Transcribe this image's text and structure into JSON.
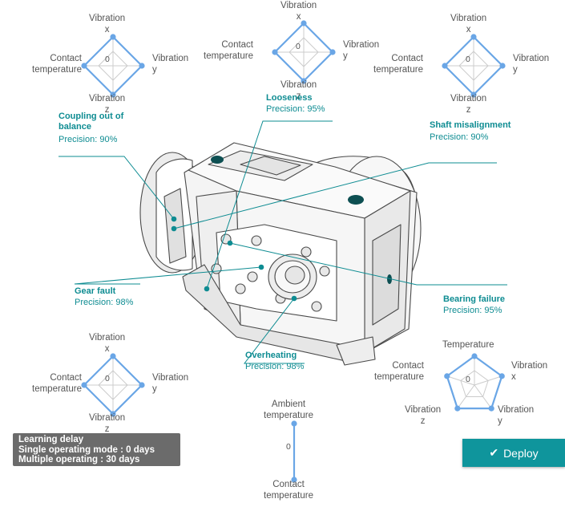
{
  "radars": {
    "top_left": {
      "labels": [
        "Vibration\nx",
        "Vibration\ny",
        "Vibration\nz",
        "Contact\ntemperature"
      ],
      "zero": "0",
      "values": [
        1,
        1,
        1,
        1
      ]
    },
    "top_center": {
      "labels": [
        "Vibration\nx",
        "Vibration\ny",
        "Vibration\nz",
        "Contact\ntemperature"
      ],
      "zero": "0",
      "values": [
        1,
        1,
        1,
        1
      ]
    },
    "top_right": {
      "labels": [
        "Vibration\nx",
        "Vibration\ny",
        "Vibration\nz",
        "Contact\ntemperature"
      ],
      "zero": "0",
      "values": [
        1,
        1,
        1,
        1
      ]
    },
    "bottom_left": {
      "labels": [
        "Vibration\nx",
        "Vibration\ny",
        "Vibration\nz",
        "Contact\ntemperature"
      ],
      "zero": "0",
      "values": [
        1,
        1,
        1,
        1
      ]
    },
    "bottom_right": {
      "labels": [
        "Temperature",
        "Vibration\nx",
        "Vibration\ny",
        "Vibration\nz",
        "Contact\ntemperature"
      ],
      "zero": "0",
      "values": [
        1,
        1,
        1,
        1,
        1
      ]
    },
    "bottom_center": {
      "labels": [
        "Ambient\ntemperature",
        "Contact\ntemperature"
      ],
      "zero": "0",
      "values": [
        1,
        1
      ]
    }
  },
  "faults": {
    "looseness": {
      "name": "Looseness",
      "precision": "Precision: 95%"
    },
    "coupling": {
      "name": "Coupling out of\nbalance",
      "precision": "Precision: 90%"
    },
    "shaft": {
      "name": "Shaft misalignment",
      "precision": "Precision: 90%"
    },
    "gear": {
      "name": "Gear fault",
      "precision": "Precision: 98%"
    },
    "bearing": {
      "name": "Bearing failure",
      "precision": "Precision: 95%"
    },
    "overheating": {
      "name": "Overheating",
      "precision": "Precision: 98%"
    }
  },
  "learning": {
    "title": "Learning delay",
    "single": "Single operating mode : 0 days",
    "multiple": "Multiple operating : 30 days"
  },
  "deploy": {
    "label": "Deploy",
    "icon": "check-icon"
  },
  "colors": {
    "accent": "#0e8c92",
    "radar_line": "#6aa6e6",
    "radar_grid": "#cccccc"
  }
}
